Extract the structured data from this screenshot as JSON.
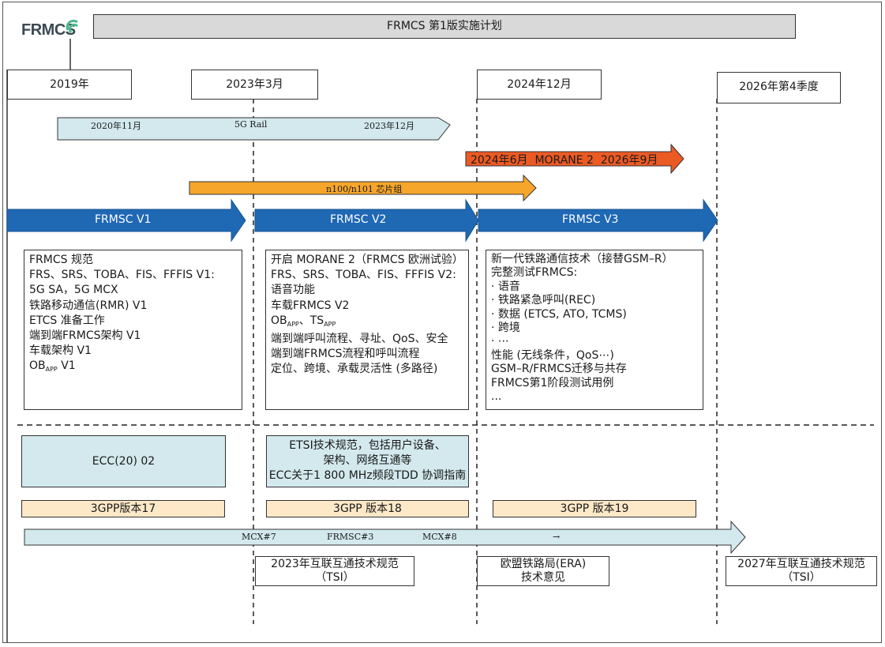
{
  "logo": {
    "text": "FRMCS"
  },
  "title": "FRMCS 第1版实施计划",
  "dates": [
    "2019年",
    "2023年3月",
    "2024年12月",
    "2026年第4季度"
  ],
  "arrows": {
    "rail5g": {
      "start": "2020年11月",
      "mid": "5G Rail",
      "end": "2023年12月"
    },
    "morane2": {
      "start": "2024年6月",
      "mid": "MORANE 2",
      "end": "2026年9月"
    },
    "chipset": {
      "label": "n100/n101 芯片组"
    },
    "versions": [
      "FRMSC V1",
      "FRMSC V2",
      "FRMSC V3"
    ],
    "mcx": {
      "labels": [
        "MCX#7",
        "FRMSC#3",
        "MCX#8",
        "→"
      ]
    }
  },
  "v1_lines": [
    "FRMCS 规范",
    "FRS、SRS、TOBA、FIS、FFFIS V1:",
    "5G SA，5G MCX",
    "铁路移动通信(RMR) V1",
    "ETCS 准备工作",
    "端到端FRMCS架构 V1",
    "车载架构 V1"
  ],
  "v1_ob": {
    "main": "OB",
    "sub": "APP",
    "tail": " V1"
  },
  "v2_lines_a": [
    "开启 MORANE 2（FRMCS 欧洲试验）",
    "FRS、SRS、TOBA、FIS、FFFIS V2:",
    "语音功能",
    "车载FRMCS V2"
  ],
  "v2_ob": {
    "main": "OB",
    "sub": "APP",
    "sep": "、TS",
    "sub2": "APP"
  },
  "v2_lines_b": [
    "端到端呼叫流程、寻址、QoS、安全",
    "端到端FRMCS流程和呼叫流程",
    "定位、跨境、承载灵活性 (多路径)"
  ],
  "v3_lines": [
    "新一代铁路通信技术（接替GSM–R）",
    "完整测试FRMCS:",
    "·  语音",
    "·  铁路紧急呼叫(REC)",
    "·  数据 (ETCS, ATO, TCMS)",
    "·  跨境",
    "·  ⋯",
    "性能 (无线条件，QoS⋯)",
    "GSM–R/FRMCS迁移与共存",
    "FRMCS第1阶段测试用例",
    "..."
  ],
  "ecc": "ECC(20) 02",
  "etsi_lines": [
    "ETSI技术规范，包括用户设备、",
    "架构、网络互通等",
    "ECC关于1 800 MHz频段TDD 协调指南"
  ],
  "gpp": [
    "3GPP版本17",
    "3GPP 版本18",
    "3GPP 版本19"
  ],
  "bottom": {
    "tsi2023": [
      "2023年互联互通技术规范",
      "（TSI）"
    ],
    "era": [
      "欧盟铁路局(ERA)",
      "技术意见"
    ],
    "tsi2027": [
      "2027年互联互通技术规范",
      "（TSI）"
    ]
  },
  "colors": {
    "blue_arrow": "#1f68b4",
    "light_arrow": "#d3e9ee",
    "orange_arrow": "#f6a62b",
    "red_arrow": "#ec5a24",
    "peach": "#fde8c7",
    "title_gray": "#d9d9d9",
    "logo_green": "#4dbb8f"
  }
}
